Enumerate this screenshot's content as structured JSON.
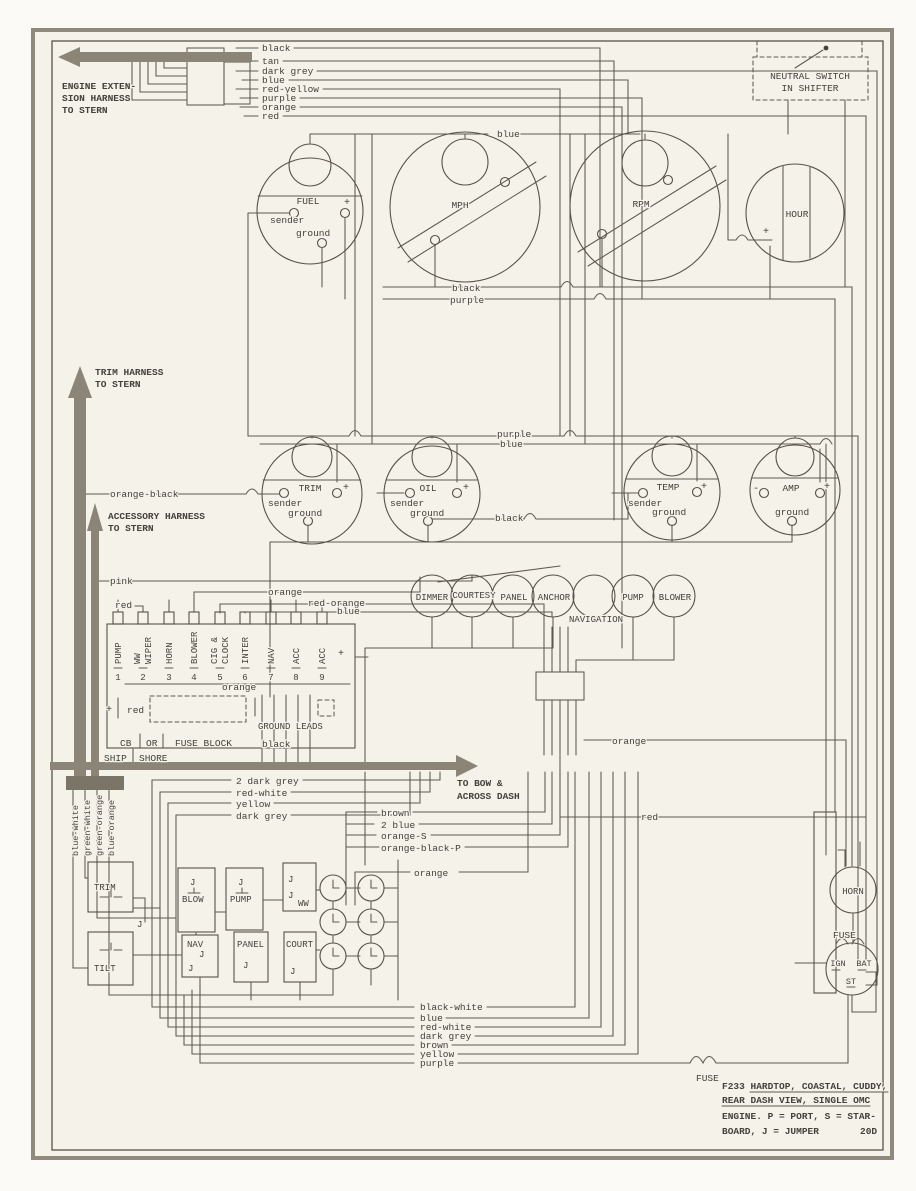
{
  "colors": {
    "paper": "#f5f2ea",
    "ink": "#44403a",
    "line": "#5d594f",
    "thick_arrow": "#8b8577"
  },
  "harness": {
    "engine": {
      "l1": "ENGINE EXTEN-",
      "l2": "SION HARNESS",
      "l3": "TO STERN"
    },
    "trim": {
      "l1": "TRIM HARNESS",
      "l2": "TO STERN"
    },
    "accessory": {
      "l1": "ACCESSORY HARNESS",
      "l2": "TO STERN"
    },
    "to_bow": {
      "l1": "TO BOW &",
      "l2": "ACROSS DASH"
    }
  },
  "neutral_switch": {
    "l1": "NEUTRAL SWITCH",
    "l2": "IN SHIFTER"
  },
  "engine_wires": [
    "black",
    "tan",
    "dark grey",
    "blue",
    "red-yellow",
    "purple",
    "orange",
    "red"
  ],
  "gauges": {
    "fuel": "FUEL",
    "mph": "MPH",
    "rpm": "RPM",
    "hour": "HOUR",
    "trim": "TRIM",
    "oil": "OIL",
    "temp": "TEMP",
    "amp": "AMP"
  },
  "terminals": {
    "sender": "sender",
    "ground": "ground",
    "plus": "+",
    "minus": "-"
  },
  "wire_labels": {
    "blue_top": "blue",
    "black_r1": "black",
    "purple_r1": "purple",
    "purple_r2": "purple",
    "blue_r2": "blue",
    "black_r2": "black",
    "orange_black": "orange-black",
    "pink": "pink",
    "red_cb": "red",
    "orange_sw": "orange",
    "red_orange": "red-orange",
    "blue_sw": "blue",
    "orange_fb": "orange",
    "orange_mid": "orange",
    "red_mid": "red",
    "orange_low": "orange"
  },
  "switch_lights": [
    "DIMMER",
    "COURTESY",
    "PANEL",
    "ANCHOR",
    "NAVIGATION",
    "PUMP",
    "BLOWER"
  ],
  "fuse_block": {
    "cb": "CB",
    "or": "OR",
    "title": "FUSE BLOCK",
    "ship": "SHIP",
    "shore": "SHORE",
    "ground_leads": "GROUND LEADS",
    "black": "black",
    "red": "red",
    "plus": "+",
    "positions": [
      {
        "n": "1",
        "l1": "PUMP",
        "l2": ""
      },
      {
        "n": "2",
        "l1": "WW",
        "l2": "WIPER"
      },
      {
        "n": "3",
        "l1": "HORN",
        "l2": ""
      },
      {
        "n": "4",
        "l1": "BLOWER",
        "l2": ""
      },
      {
        "n": "5",
        "l1": "CIG &",
        "l2": "CLOCK"
      },
      {
        "n": "6",
        "l1": "INTER",
        "l2": ""
      },
      {
        "n": "7",
        "l1": "NAV",
        "l2": ""
      },
      {
        "n": "8",
        "l1": "ACC",
        "l2": ""
      },
      {
        "n": "9",
        "l1": "ACC",
        "l2": ""
      }
    ]
  },
  "bundle_a": [
    "2 dark grey",
    "red-white",
    "yellow",
    "dark grey"
  ],
  "bundle_b": [
    "brown",
    "2 blue",
    "orange-S",
    "orange-black-P"
  ],
  "left_wires": [
    "blue-white",
    "green-white",
    "green-orange",
    "blue-orange"
  ],
  "panel_switches": {
    "trim": "TRIM",
    "tilt": "TILT",
    "blow": "BLOW",
    "pump": "PUMP",
    "ww": "WW",
    "nav": "NAV",
    "panel": "PANEL",
    "court": "COURT",
    "jumper": "J"
  },
  "right_side": {
    "horn": "HORN",
    "fuse": "FUSE",
    "ign": "IGN",
    "bat": "BAT",
    "st": "ST"
  },
  "bottom_wires": [
    "black-white",
    "blue",
    "red-white",
    "dark grey",
    "brown",
    "yellow",
    "purple"
  ],
  "bottom_fuse": "FUSE",
  "title_block": {
    "line1": "F233 HARDTOP, COASTAL, CUDDY,",
    "line2": "REAR DASH VIEW, SINGLE OMC",
    "line3": "ENGINE. P = PORT, S = STAR-",
    "line4": "BOARD, J = JUMPER",
    "page": "20D"
  }
}
